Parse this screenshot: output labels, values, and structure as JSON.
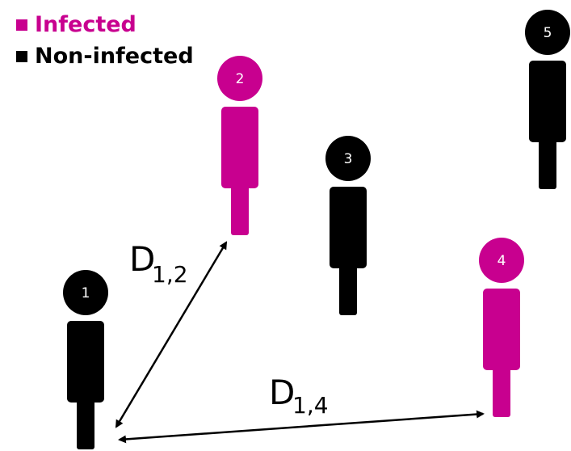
{
  "colors": {
    "infected": "#c8008f",
    "non_infected": "#000000",
    "label_on_dark": "#ffffff"
  },
  "legend": {
    "infected_label": "Infected",
    "non_infected_label": "Non-infected"
  },
  "people": [
    {
      "id": "1",
      "label": "1",
      "status": "non_infected"
    },
    {
      "id": "2",
      "label": "2",
      "status": "infected"
    },
    {
      "id": "3",
      "label": "3",
      "status": "non_infected"
    },
    {
      "id": "4",
      "label": "4",
      "status": "infected"
    },
    {
      "id": "5",
      "label": "5",
      "status": "non_infected"
    }
  ],
  "distances": [
    {
      "from": "1",
      "to": "2",
      "symbol": "D",
      "subscript": "1,2"
    },
    {
      "from": "1",
      "to": "4",
      "symbol": "D",
      "subscript": "1,4"
    }
  ]
}
